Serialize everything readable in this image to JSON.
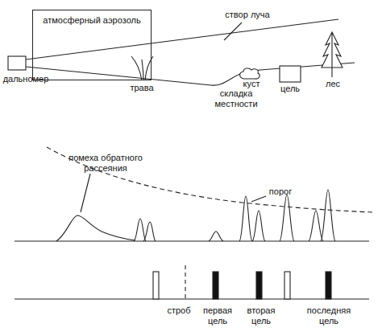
{
  "diagram": {
    "nodes": [
      {
        "text": [
          "атмосферный аэрозоль"
        ]
      }
    ],
    "labels": [
      "створ луча",
      "дальномер",
      "трава",
      "складка местности",
      "куст",
      "цель",
      "лес",
      "помеха обратного рассеяния",
      "порог",
      "строб",
      "первая цель",
      "вторая цель",
      "последняя цель"
    ]
  }
}
